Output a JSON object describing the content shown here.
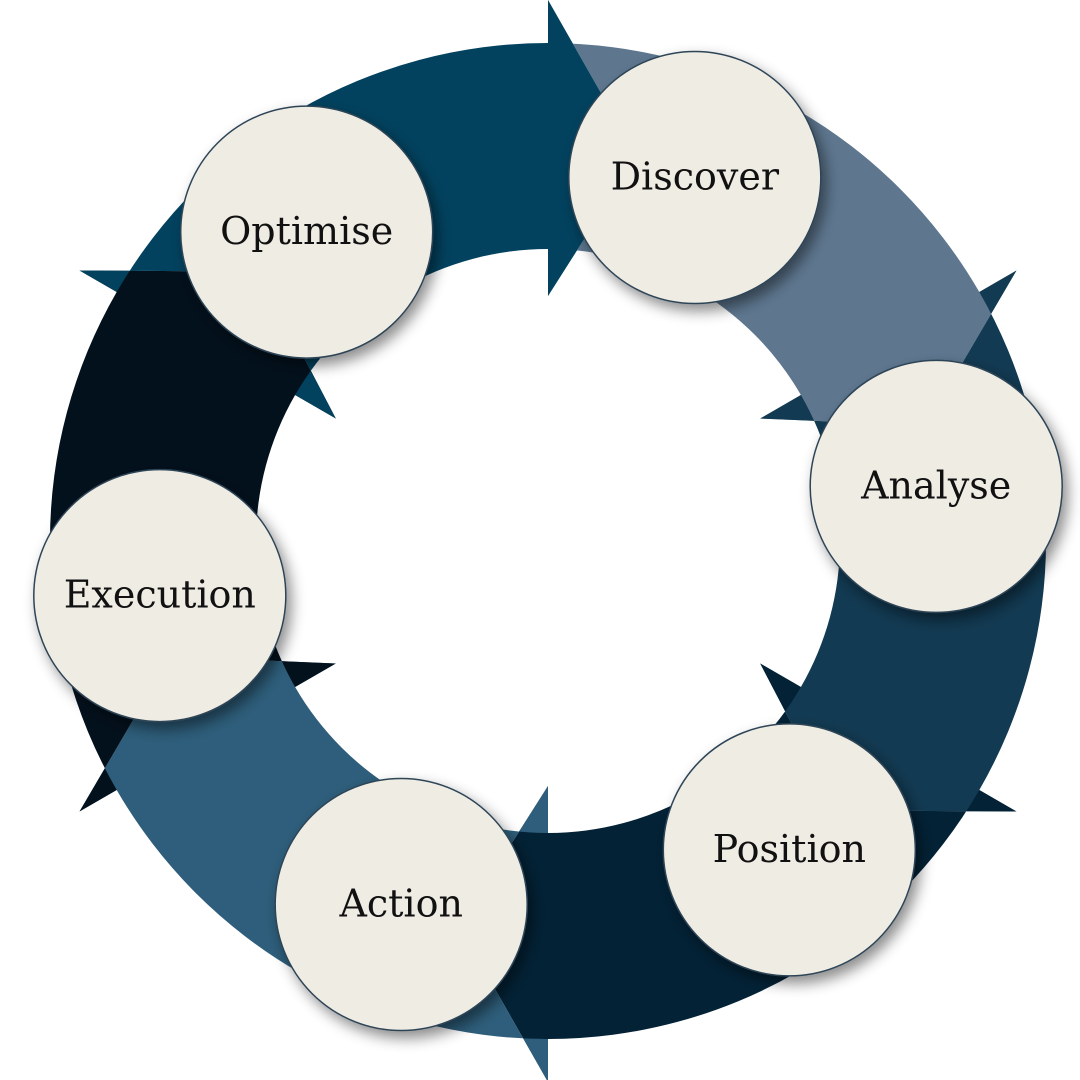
{
  "diagram": {
    "steps": [
      {
        "label": "Discover",
        "segment_color": "#5e778f"
      },
      {
        "label": "Analyse",
        "segment_color": "#123a52"
      },
      {
        "label": "Position",
        "segment_color": "#032236"
      },
      {
        "label": "Action",
        "segment_color": "#2e5e7b"
      },
      {
        "label": "Execution",
        "segment_color": "#03111d"
      },
      {
        "label": "Optimise",
        "segment_color": "#02425f"
      }
    ],
    "node_fill": "#efece4",
    "node_stroke": "#2d4457"
  }
}
